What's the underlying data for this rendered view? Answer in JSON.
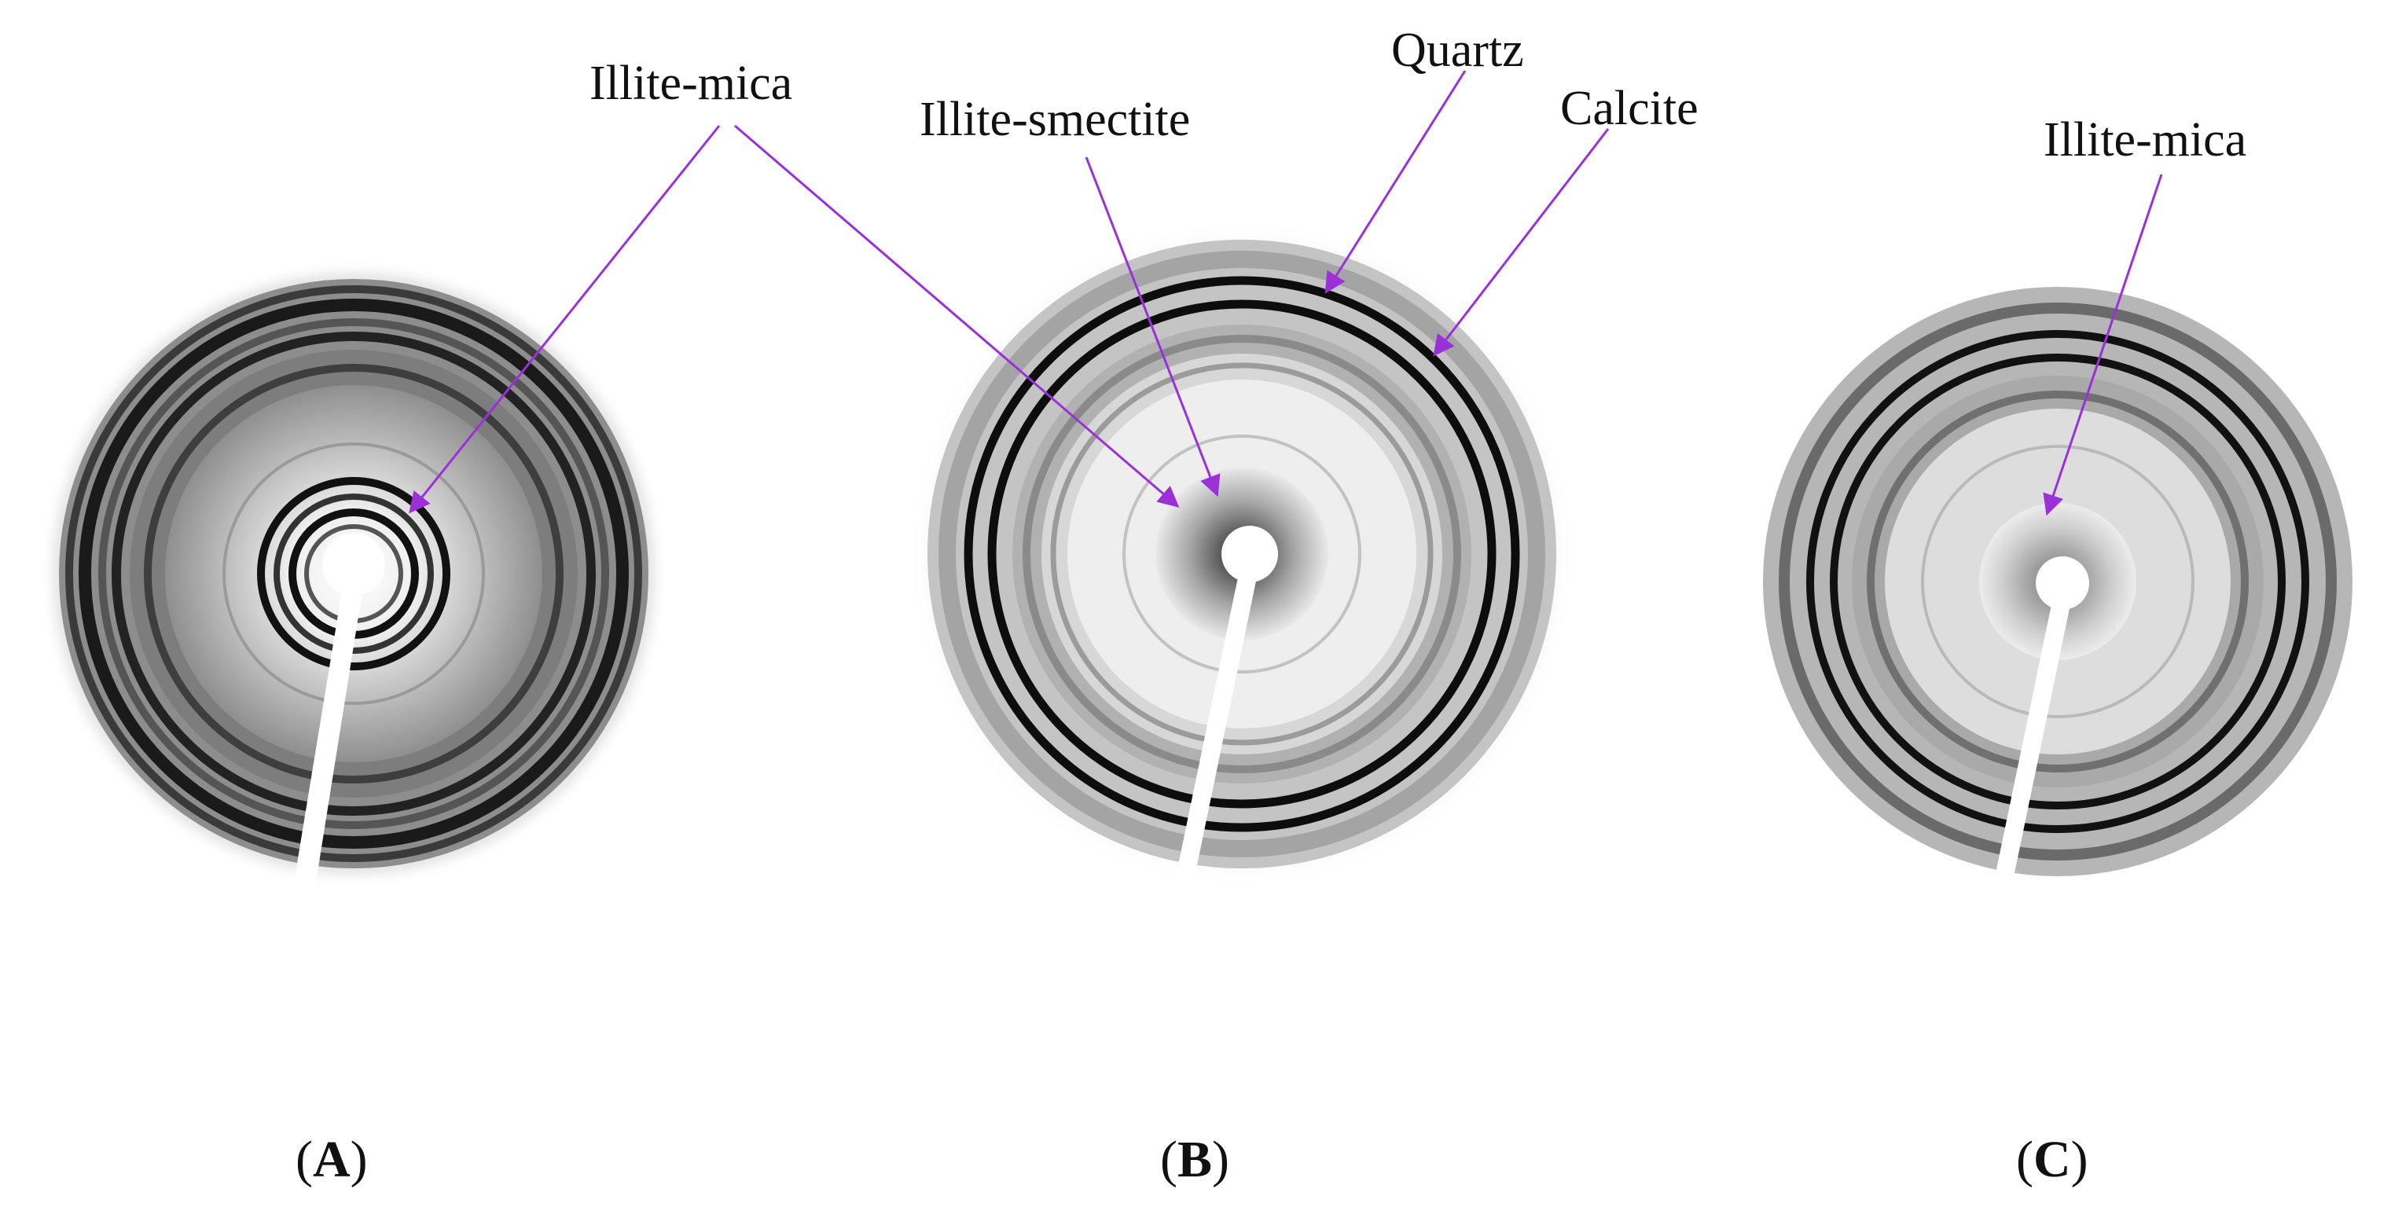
{
  "labels": {
    "a_illite_mica": "Illite-mica",
    "b_illite_smectite": "Illite-smectite",
    "b_quartz": "Quartz",
    "b_calcite": "Calcite",
    "c_illite_mica": "Illite-mica"
  },
  "captions": {
    "a": {
      "open": "(",
      "letter": "A",
      "close": ")"
    },
    "b": {
      "open": "(",
      "letter": "B",
      "close": ")"
    },
    "c": {
      "open": "(",
      "letter": "C",
      "close": ")"
    }
  },
  "colors": {
    "arrow": "#9b30d9",
    "background": "#ffffff",
    "ring_dark": "#111111",
    "text": "#111111"
  },
  "icons": {
    "pattern": "xrd-diffraction-pattern-icon",
    "arrow": "callout-arrow-icon"
  }
}
